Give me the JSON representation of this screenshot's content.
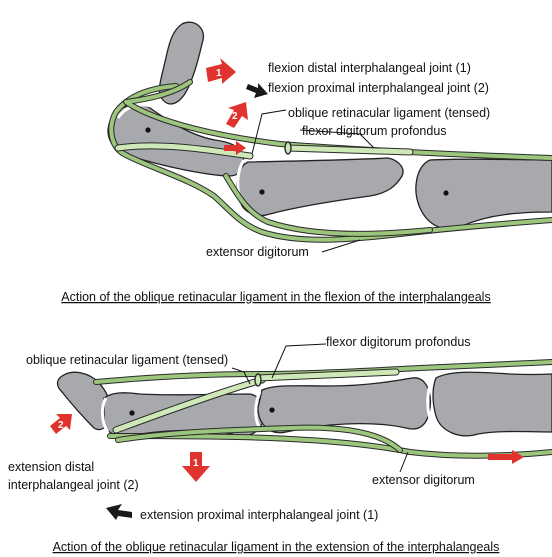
{
  "top": {
    "labels": {
      "flexion_dip": "flexion distal interphalangeal joint (1)",
      "flexion_pip": "flexion proximal interphalangeal joint (2)",
      "orl": "oblique retinacular ligament (tensed)",
      "fdp": "flexor digitorum profondus",
      "ed": "extensor digitorum"
    },
    "arrow_numbers": [
      "1",
      "2"
    ],
    "caption": "Action of the oblique retinacular ligament in the flexion of the interphalangeals"
  },
  "bottom": {
    "labels": {
      "fdp": "flexor digitorum profondus",
      "orl": "oblique retinacular ligament (tensed)",
      "ext_dip_line1": "extension distal",
      "ext_dip_line2": "interphalangeal joint (2)",
      "ed": "extensor digitorum",
      "ext_pip": "extension proximal interphalangeal joint (1)"
    },
    "arrow_numbers": [
      "2",
      "1"
    ],
    "caption": "Action of the oblique retinacular ligament in the extension of the interphalangeals"
  },
  "colors": {
    "bone": "#a7a9ad",
    "ligament": "#9cc57d",
    "arrow_red": "#e0332e",
    "arrow_black": "#1a1a1a"
  }
}
